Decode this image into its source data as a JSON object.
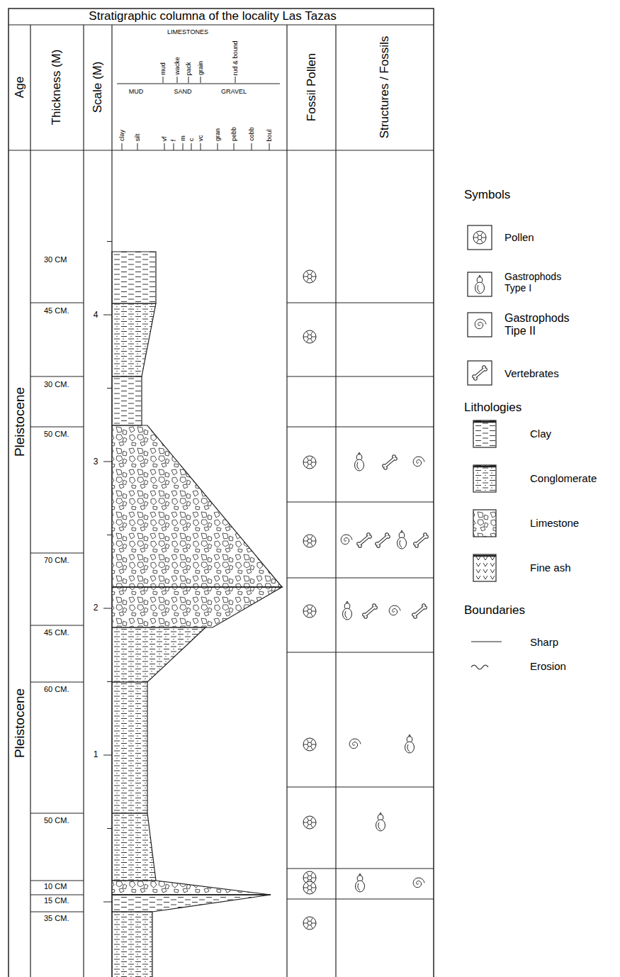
{
  "diagram": {
    "title": "Stratigraphic columna of the locality Las Tazas",
    "labels": [
      "Age",
      "Thickness (M)",
      "Scale (M)",
      "LIMESTONES",
      "mud",
      "wacke",
      "pack",
      "grain",
      "rud & bound",
      "MUD",
      "SAND",
      "GRAVEL",
      "clay",
      "silt",
      "vf",
      "f",
      "m",
      "c",
      "vc",
      "gran",
      "pebb",
      "cobb",
      "boul",
      "Fossil Pollen",
      "Structures / Fossils",
      "Pleistocene",
      "Pleistocene",
      "30 CM",
      "45 CM.",
      "30 CM.",
      "50 CM.",
      "70 CM.",
      "45 CM.",
      "60 CM.",
      "50 CM.",
      "10 CM",
      "15 CM.",
      "35 CM.",
      "4",
      "3",
      "2",
      "1",
      "Symbols",
      "Lithologies",
      "Boundaries"
    ],
    "legend": [
      {
        "text": "Pollen"
      },
      {
        "text": "Gastrophods Type I"
      },
      {
        "text": "Gastrophods Tipe II"
      },
      {
        "text": "Vertebrates"
      },
      {
        "text": "Clay"
      },
      {
        "text": "Conglomerate"
      },
      {
        "text": "Limestone"
      },
      {
        "text": "Fine ash"
      },
      {
        "text": "Sharp"
      },
      {
        "text": "Erosion"
      }
    ]
  }
}
